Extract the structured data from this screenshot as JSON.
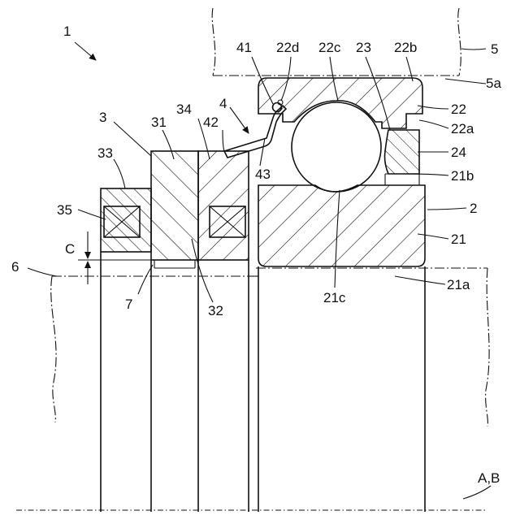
{
  "figure": {
    "labels": {
      "l_1": "1",
      "l_5": "5",
      "l_5a": "5a",
      "l_41": "41",
      "l_22d": "22d",
      "l_22c": "22c",
      "l_23": "23",
      "l_22b": "22b",
      "l_4": "4",
      "l_22": "22",
      "l_22a": "22a",
      "l_3": "3",
      "l_31": "31",
      "l_34": "34",
      "l_42": "42",
      "l_24": "24",
      "l_33": "33",
      "l_43": "43",
      "l_21b": "21b",
      "l_2": "2",
      "l_35": "35",
      "l_21": "21",
      "l_C": "C",
      "l_6": "6",
      "l_21c": "21c",
      "l_21a": "21a",
      "l_7": "7",
      "l_32": "32",
      "l_AB": "A,B"
    },
    "colors": {
      "line": "#111111",
      "background": "#ffffff"
    }
  }
}
